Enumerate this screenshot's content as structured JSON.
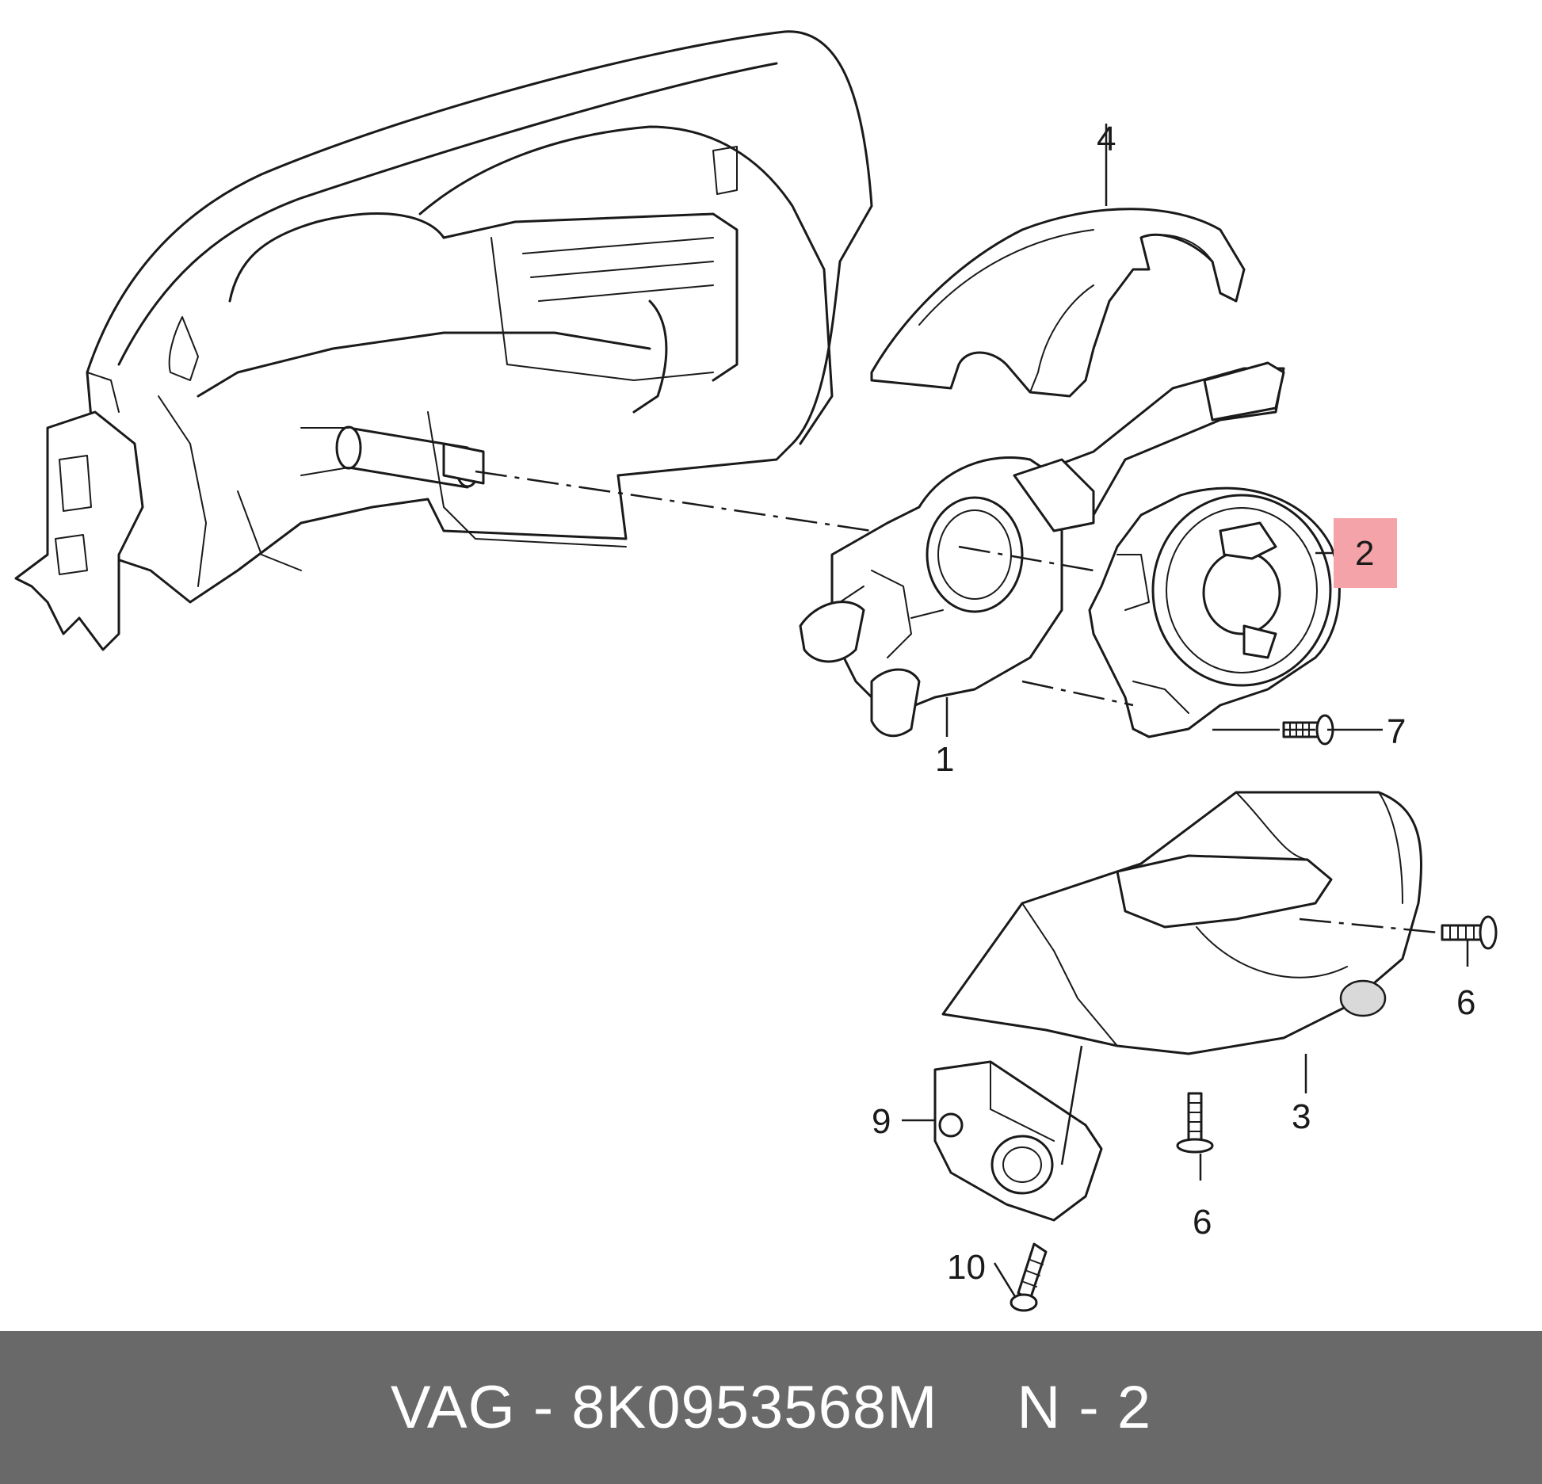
{
  "callouts": {
    "c1": "1",
    "c2": "2",
    "c3": "3",
    "c4": "4",
    "c6a": "6",
    "c6b": "6",
    "c7": "7",
    "c9": "9",
    "c10": "10"
  },
  "highlight_color": "#f4a3a8",
  "footer": {
    "brand_part": "VAG - 8K0953568M",
    "position": "N - 2",
    "background": "#696969"
  }
}
